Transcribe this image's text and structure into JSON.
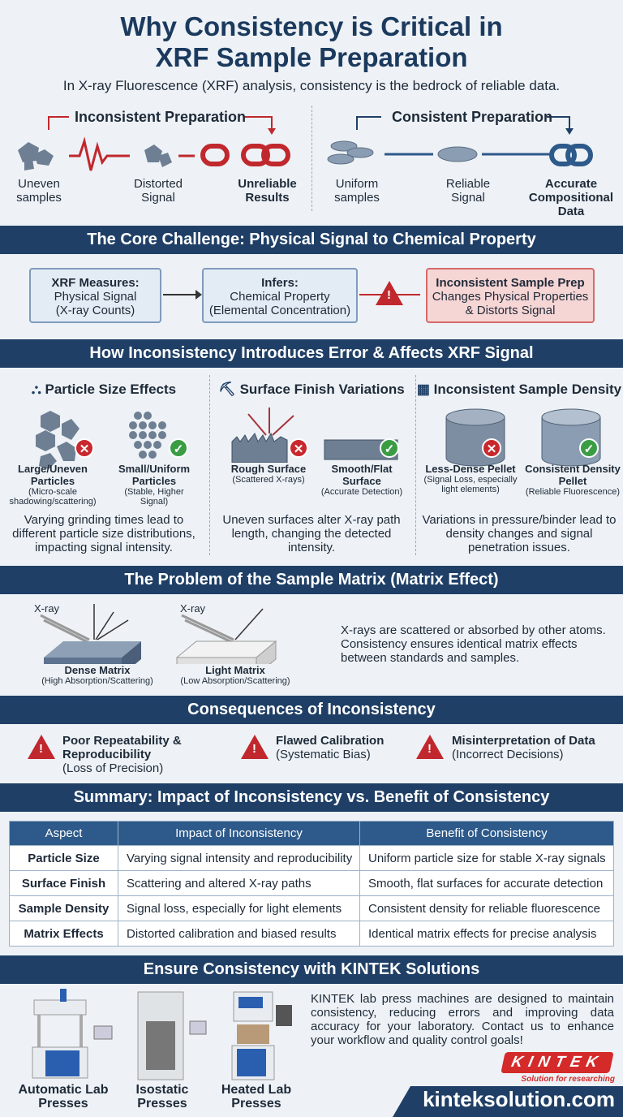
{
  "title_line1": "Why Consistency is Critical in",
  "title_line2": "XRF Sample Preparation",
  "subtitle": "In X-ray Fluorescence (XRF) analysis, consistency is the bedrock of reliable data.",
  "flow": {
    "inconsistent": {
      "heading": "Inconsistent Preparation",
      "steps": [
        {
          "l1": "Uneven",
          "l2": "samples"
        },
        {
          "l1": "Distorted",
          "l2": "Signal"
        },
        {
          "l1": "Unreliable",
          "l2": "Results"
        }
      ]
    },
    "consistent": {
      "heading": "Consistent Preparation",
      "steps": [
        {
          "l1": "Uniform",
          "l2": "samples"
        },
        {
          "l1": "Reliable",
          "l2": "Signal"
        },
        {
          "l1": "Accurate",
          "l2": "Compositional",
          "l3": "Data"
        }
      ]
    }
  },
  "core": {
    "heading": "The Core Challenge: Physical Signal to Chemical Property",
    "boxes": [
      {
        "title": "XRF Measures:",
        "l1": "Physical Signal",
        "l2": "(X-ray Counts)"
      },
      {
        "title": "Infers:",
        "l1": "Chemical Property",
        "l2": "(Elemental Concentration)"
      },
      {
        "title": "Inconsistent Sample Prep",
        "l1": "Changes Physical Properties",
        "l2": "& Distorts Signal"
      }
    ]
  },
  "how": {
    "heading": "How Inconsistency Introduces Error & Affects XRF Signal",
    "columns": [
      {
        "title": "Particle Size Effects",
        "icon": "hierarchy-icon",
        "bad": {
          "name": "Large/Uneven Particles",
          "note": "(Micro-scale shadowing/scattering)"
        },
        "good": {
          "name": "Small/Uniform Particles",
          "note": "(Stable, Higher Signal)"
        },
        "desc": "Varying grinding times lead to different particle size distributions, impacting signal intensity."
      },
      {
        "title": "Surface Finish Variations",
        "icon": "polishing-icon",
        "bad": {
          "name": "Rough Surface",
          "note": "(Scattered X-rays)"
        },
        "good": {
          "name": "Smooth/Flat Surface",
          "note": "(Accurate Detection)"
        },
        "desc": "Uneven surfaces alter X-ray path length, changing the detected intensity."
      },
      {
        "title": "Inconsistent Sample Density",
        "icon": "density-meter-icon",
        "bad": {
          "name": "Less-Dense Pellet",
          "note": "(Signal Loss, especially light elements)"
        },
        "good": {
          "name": "Consistent Density Pellet",
          "note": "(Reliable Fluorescence)"
        },
        "desc": "Variations in pressure/binder lead to density changes and signal penetration issues."
      }
    ]
  },
  "matrix": {
    "heading": "The Problem of the Sample Matrix (Matrix Effect)",
    "xray_label": "X-ray",
    "dense": {
      "name": "Dense Matrix",
      "note": "(High Absorption/Scattering)"
    },
    "light": {
      "name": "Light Matrix",
      "note": "(Low Absorption/Scattering)"
    },
    "text": "X-rays are scattered or absorbed by other atoms. Consistency ensures identical matrix effects between standards and samples."
  },
  "consequences": {
    "heading": "Consequences of Inconsistency",
    "items": [
      {
        "title": "Poor Repeatability & Reproducibility",
        "note": "(Loss of Precision)"
      },
      {
        "title": "Flawed Calibration",
        "note": "(Systematic Bias)"
      },
      {
        "title": "Misinterpretation of Data",
        "note": "(Incorrect Decisions)"
      }
    ]
  },
  "summary": {
    "heading": "Summary: Impact of Inconsistency vs. Benefit of Consistency",
    "columns": [
      "Aspect",
      "Impact of Inconsistency",
      "Benefit of Consistency"
    ],
    "rows": [
      [
        "Particle Size",
        "Varying signal intensity and reproducibility",
        "Uniform particle size for stable X-ray signals"
      ],
      [
        "Surface Finish",
        "Scattering and altered X-ray paths",
        "Smooth, flat surfaces for accurate detection"
      ],
      [
        "Sample Density",
        "Signal loss, especially for light elements",
        "Consistent density for reliable fluorescence"
      ],
      [
        "Matrix Effects",
        "Distorted calibration and biased results",
        "Identical matrix effects for precise analysis"
      ]
    ]
  },
  "kintek": {
    "heading": "Ensure Consistency with KINTEK Solutions",
    "products": [
      {
        "l1": "Automatic Lab",
        "l2": "Presses"
      },
      {
        "l1": "Isostatic",
        "l2": "Presses"
      },
      {
        "l1": "Heated Lab",
        "l2": "Presses"
      }
    ],
    "text": "KINTEK lab press machines are designed to maintain consistency, reducing errors and improving data accuracy for your laboratory. Contact us to enhance your workflow and quality control goals!",
    "logo": "KINTEK",
    "tagline": "Solution for researching",
    "website": "kinteksolution.com"
  },
  "colors": {
    "navy": "#1f3f66",
    "red": "#c0282d",
    "green": "#3a9d44"
  }
}
